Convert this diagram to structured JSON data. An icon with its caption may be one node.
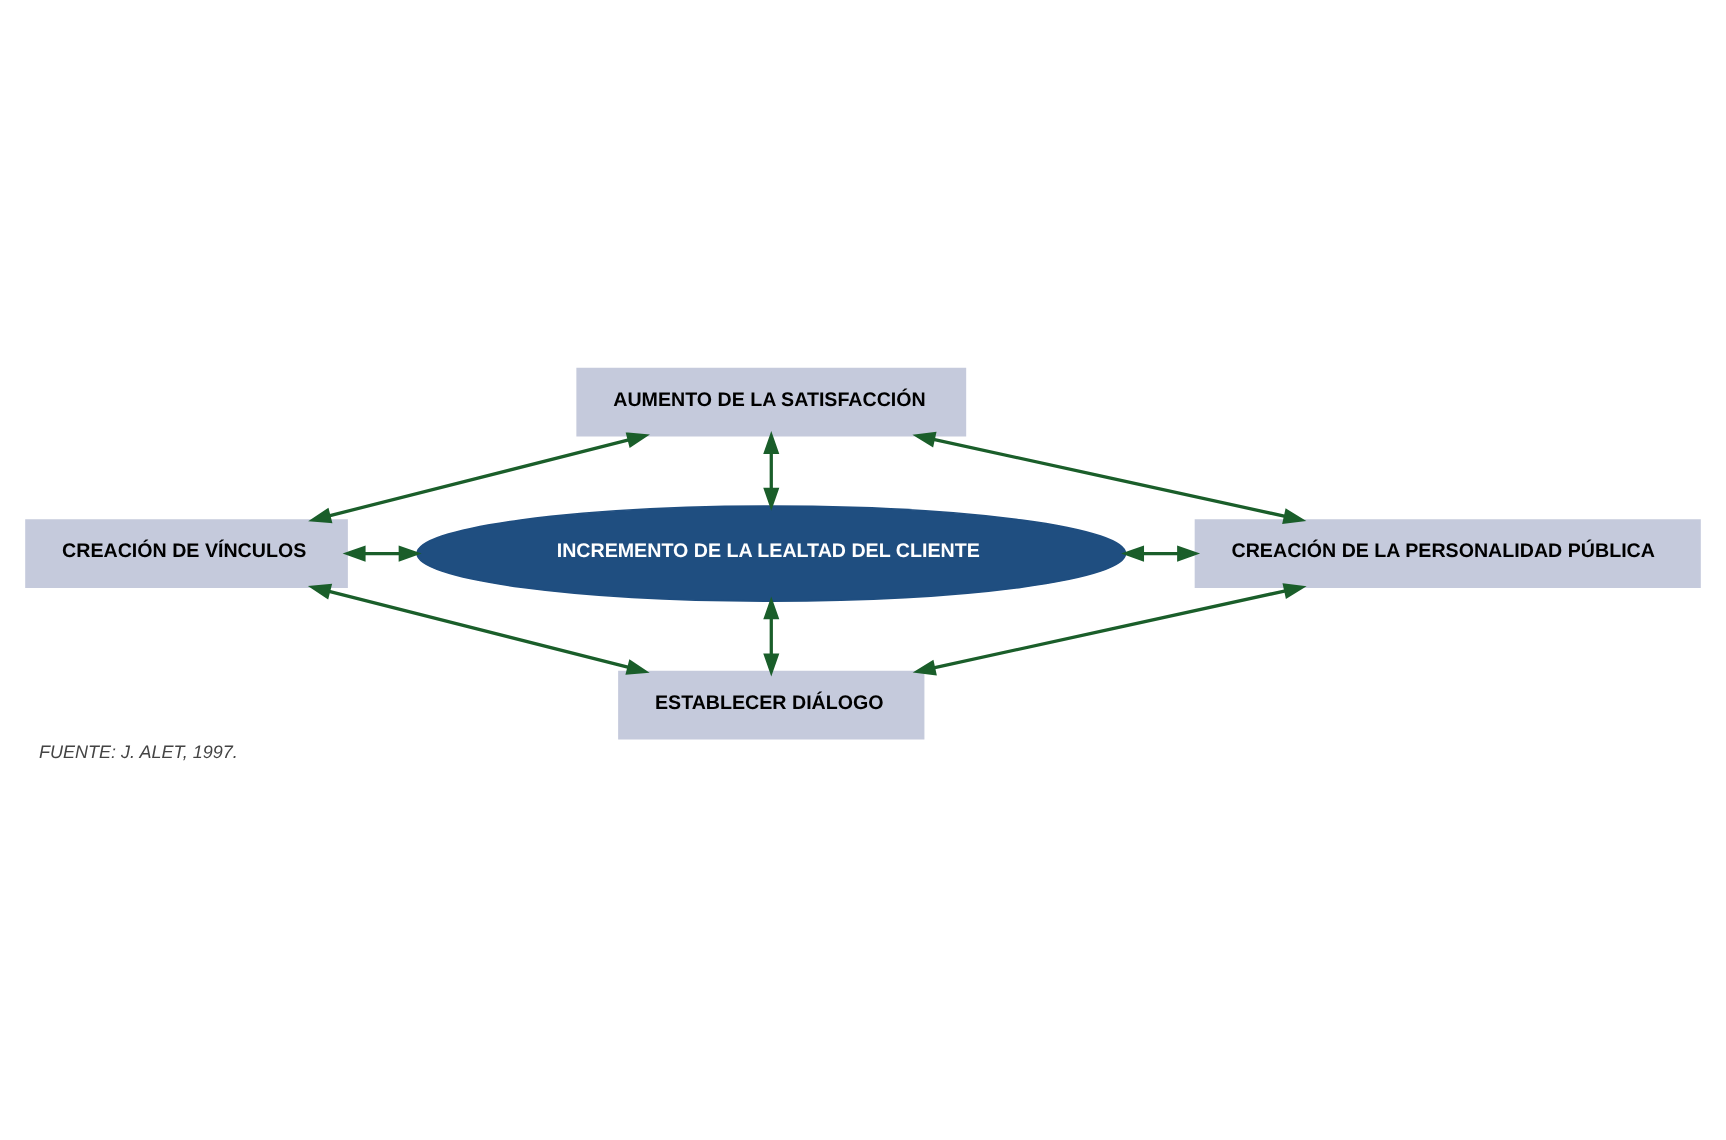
{
  "diagram": {
    "caption": "FUENTE: J. ALET, 1997.",
    "nodes": [
      {
        "text": [
          "AUMENTO DE LA SATISFACCIÓN"
        ]
      },
      {
        "text": [
          "CREACIÓN DE VÍNCULOS"
        ]
      },
      {
        "text": [
          "INCREMENTO DE LA LEALTAD DEL CLIENTE"
        ]
      },
      {
        "text": [
          "CREACIÓN DE LA PERSONALIDAD PÚBLICA"
        ]
      },
      {
        "text": [
          "ESTABLECER DIÁLOGO"
        ]
      }
    ],
    "edges": [
      {
        "from": 1,
        "to": 0,
        "arrow": "both"
      },
      {
        "from": 0,
        "to": 3,
        "arrow": "both"
      },
      {
        "from": 0,
        "to": 2,
        "arrow": "both"
      },
      {
        "from": 1,
        "to": 2,
        "arrow": "both"
      },
      {
        "from": 2,
        "to": 3,
        "arrow": "both"
      },
      {
        "from": 2,
        "to": 4,
        "arrow": "both"
      },
      {
        "from": 1,
        "to": 4,
        "arrow": "both"
      },
      {
        "from": 3,
        "to": 4,
        "arrow": "both"
      }
    ]
  }
}
